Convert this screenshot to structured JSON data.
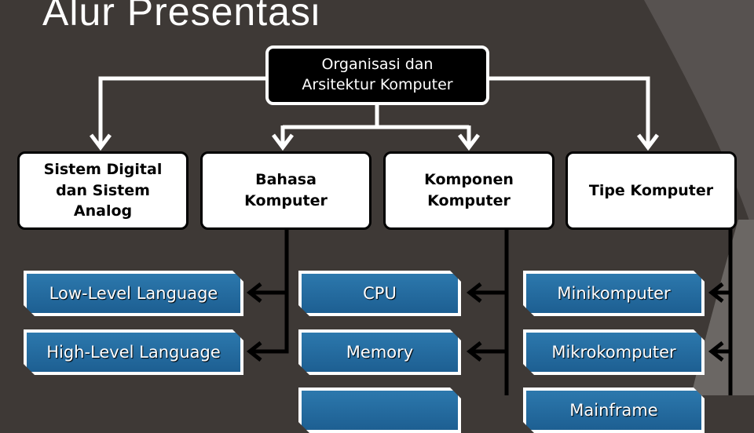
{
  "title": "Alur Presentasi",
  "root": {
    "line1": "Organisasi dan",
    "line2": "Arsitektur Komputer"
  },
  "categories": [
    {
      "label": "Sistem Digital dan Sistem Analog"
    },
    {
      "label": "Bahasa Komputer",
      "children": [
        "Low-Level Language",
        "High-Level Language"
      ]
    },
    {
      "label": "Komponen Komputer",
      "children": [
        "CPU",
        "Memory",
        ""
      ]
    },
    {
      "label": "Tipe Komputer",
      "children": [
        "Minikomputer",
        "Mikrokomputer",
        "Mainframe"
      ]
    }
  ],
  "colors": {
    "background": "#3e3936",
    "leaf_box": "#236a9f",
    "connector_top": "#ffffff",
    "connector_bottom": "#000000"
  }
}
